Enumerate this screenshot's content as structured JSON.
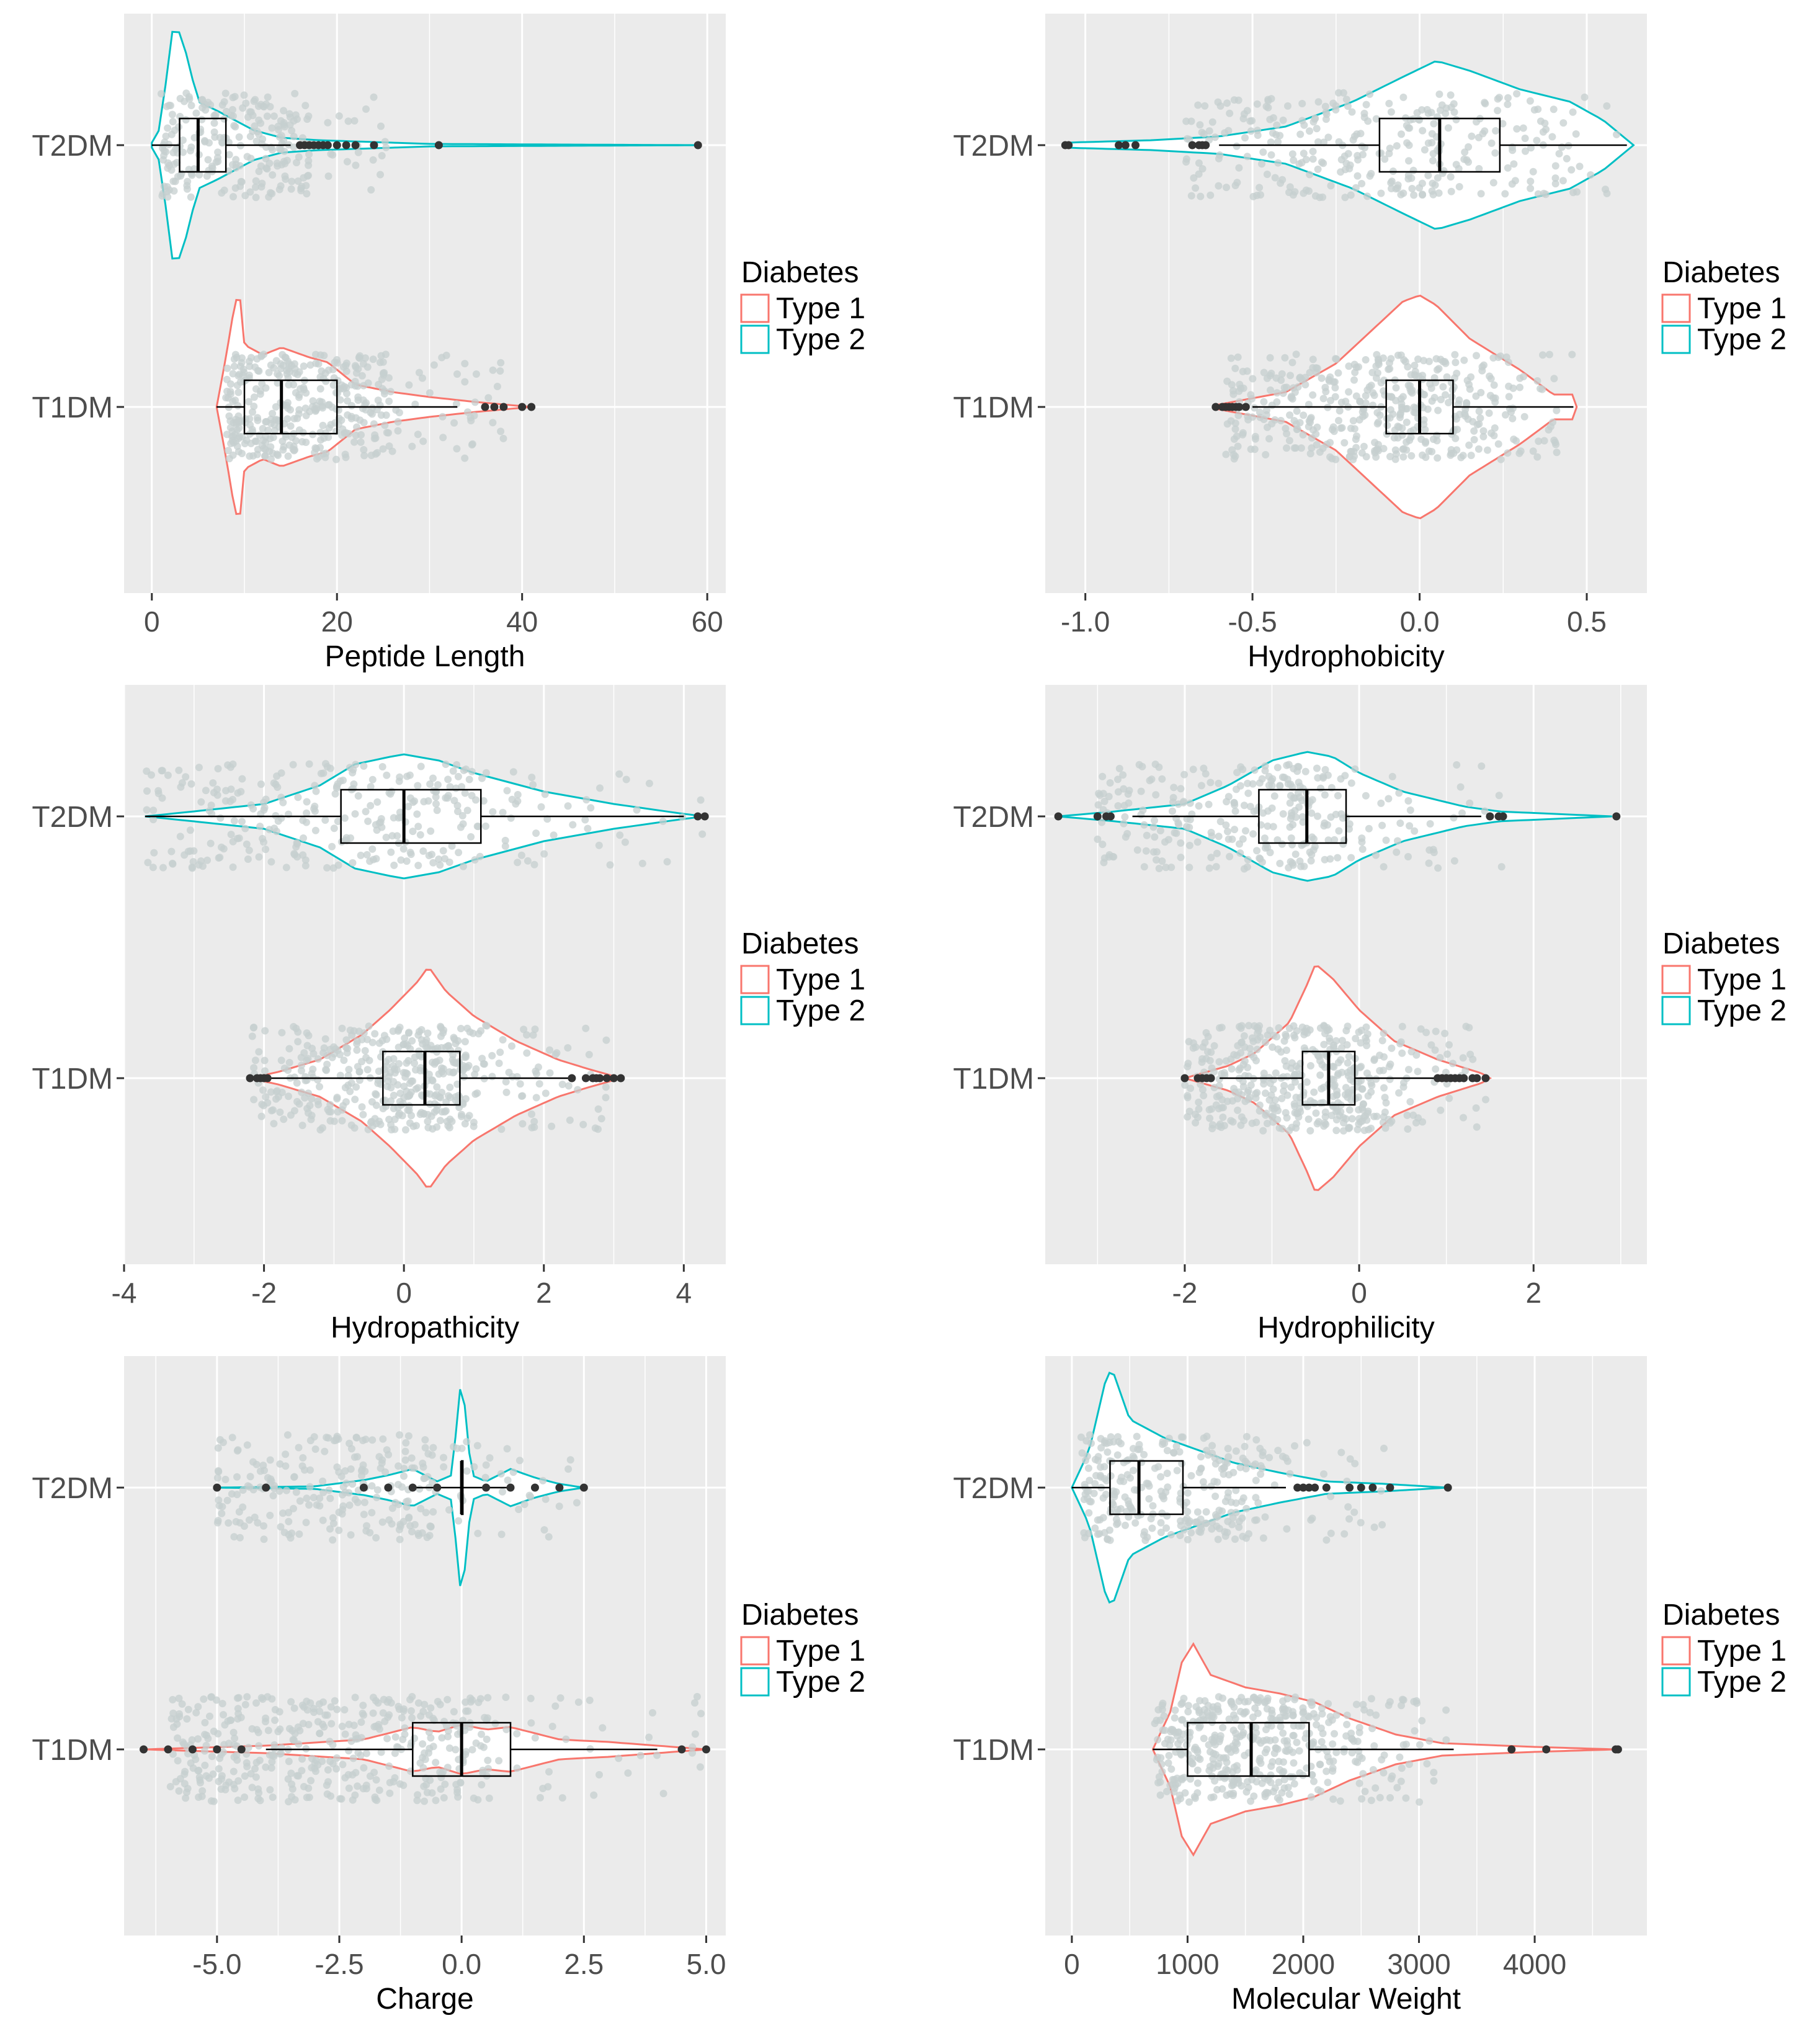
{
  "legend": {
    "title": "Diabetes",
    "items": [
      {
        "label": "Type 1",
        "color": "#F8766D"
      },
      {
        "label": "Type 2",
        "color": "#00BFC4"
      }
    ]
  },
  "colors": {
    "panel_bg": "#EBEBEB",
    "grid": "#FFFFFF",
    "jitter": "#C5CFCF",
    "outlier": "#333333",
    "text": "#4D4D4D",
    "title_text": "#000000"
  },
  "chart_data": [
    {
      "type": "violin",
      "xlabel": "Peptide Length",
      "xlim": [
        -3,
        62
      ],
      "xticks": [
        0,
        20,
        40,
        60
      ],
      "xtick_labels": [
        "0",
        "20",
        "40",
        "60"
      ],
      "categories": [
        "T2DM",
        "T1DM"
      ],
      "series": [
        {
          "name": "Type 2",
          "category": "T2DM",
          "violin": [
            [
              0,
              0.02
            ],
            [
              1,
              0.15
            ],
            [
              2,
              0.85
            ],
            [
              2.5,
              1.0
            ],
            [
              3.5,
              0.8
            ],
            [
              5,
              0.35
            ],
            [
              7,
              0.28
            ],
            [
              9,
              0.2
            ],
            [
              11,
              0.12
            ],
            [
              14,
              0.06
            ],
            [
              18,
              0.04
            ],
            [
              22,
              0.03
            ],
            [
              30,
              0.01
            ],
            [
              59,
              0.0
            ]
          ],
          "box": {
            "min": 0,
            "q1": 3,
            "median": 5,
            "q3": 8,
            "max": 15
          },
          "outliers": [
            16,
            16.5,
            17,
            17.5,
            18,
            18.5,
            19,
            20,
            21,
            22,
            24,
            31,
            59
          ],
          "jitter_range": [
            1,
            28
          ],
          "jitter_count": 260
        },
        {
          "name": "Type 1",
          "category": "T1DM",
          "violin": [
            [
              7,
              0.0
            ],
            [
              8,
              0.4
            ],
            [
              9,
              0.85
            ],
            [
              9.5,
              0.9
            ],
            [
              10,
              0.5
            ],
            [
              12,
              0.42
            ],
            [
              14,
              0.48
            ],
            [
              17,
              0.4
            ],
            [
              19,
              0.36
            ],
            [
              20,
              0.3
            ],
            [
              22,
              0.18
            ],
            [
              26,
              0.12
            ],
            [
              30,
              0.08
            ],
            [
              35,
              0.04
            ],
            [
              41,
              0.0
            ]
          ],
          "box": {
            "min": 7,
            "q1": 10,
            "median": 14,
            "q3": 20,
            "max": 33
          },
          "outliers": [
            36,
            37,
            38,
            40,
            41
          ],
          "jitter_range": [
            8,
            38
          ],
          "jitter_count": 400
        }
      ]
    },
    {
      "type": "violin",
      "xlabel": "Hydrophobicity",
      "xlim": [
        -1.12,
        0.68
      ],
      "xticks": [
        -1.0,
        -0.5,
        0.0,
        0.5
      ],
      "xtick_labels": [
        "-1.0",
        "-0.5",
        "0.0",
        "0.5"
      ],
      "categories": [
        "T2DM",
        "T1DM"
      ],
      "series": [
        {
          "name": "Type 2",
          "category": "T2DM",
          "violin": [
            [
              -1.06,
              0.02
            ],
            [
              -0.8,
              0.04
            ],
            [
              -0.6,
              0.07
            ],
            [
              -0.4,
              0.15
            ],
            [
              -0.2,
              0.35
            ],
            [
              -0.05,
              0.55
            ],
            [
              0.05,
              0.68
            ],
            [
              0.15,
              0.6
            ],
            [
              0.3,
              0.45
            ],
            [
              0.45,
              0.35
            ],
            [
              0.55,
              0.2
            ],
            [
              0.64,
              0.0
            ]
          ],
          "box": {
            "min": -0.6,
            "q1": -0.12,
            "median": 0.06,
            "q3": 0.24,
            "max": 0.62
          },
          "outliers": [
            -1.06,
            -1.05,
            -0.9,
            -0.88,
            -0.85,
            -0.68,
            -0.66,
            -0.65,
            -0.64
          ],
          "jitter_range": [
            -0.7,
            0.6
          ],
          "jitter_count": 320
        },
        {
          "name": "Type 1",
          "category": "T1DM",
          "violin": [
            [
              -0.6,
              0.02
            ],
            [
              -0.4,
              0.12
            ],
            [
              -0.25,
              0.35
            ],
            [
              -0.15,
              0.6
            ],
            [
              -0.05,
              0.85
            ],
            [
              0.0,
              0.9
            ],
            [
              0.05,
              0.82
            ],
            [
              0.15,
              0.55
            ],
            [
              0.3,
              0.3
            ],
            [
              0.4,
              0.1
            ],
            [
              0.46,
              0.1
            ],
            [
              0.47,
              0.0
            ]
          ],
          "box": {
            "min": -0.5,
            "q1": -0.1,
            "median": 0.0,
            "q3": 0.1,
            "max": 0.46
          },
          "outliers": [
            -0.61,
            -0.59,
            -0.58,
            -0.57,
            -0.56,
            -0.55,
            -0.54,
            -0.52
          ],
          "jitter_range": [
            -0.58,
            0.46
          ],
          "jitter_count": 450
        }
      ]
    },
    {
      "type": "violin",
      "xlabel": "Hydropathicity",
      "xlim": [
        -4.0,
        4.6
      ],
      "xticks": [
        -4,
        -2,
        0,
        2,
        4
      ],
      "xtick_labels": [
        "-4",
        "-2",
        "0",
        "2",
        "4"
      ],
      "categories": [
        "T2DM",
        "T1DM"
      ],
      "series": [
        {
          "name": "Type 2",
          "category": "T2DM",
          "violin": [
            [
              -3.7,
              0.0
            ],
            [
              -3,
              0.04
            ],
            [
              -2,
              0.1
            ],
            [
              -1.2,
              0.25
            ],
            [
              -0.7,
              0.42
            ],
            [
              -0.2,
              0.48
            ],
            [
              0,
              0.5
            ],
            [
              0.5,
              0.45
            ],
            [
              1,
              0.35
            ],
            [
              2,
              0.2
            ],
            [
              3,
              0.1
            ],
            [
              4,
              0.02
            ],
            [
              4.3,
              0.0
            ]
          ],
          "box": {
            "min": -3.7,
            "q1": -0.9,
            "median": 0.0,
            "q3": 1.1,
            "max": 4.0
          },
          "outliers": [
            4.2,
            4.3
          ],
          "jitter_range": [
            -3.7,
            4.3
          ],
          "jitter_count": 320
        },
        {
          "name": "Type 1",
          "category": "T1DM",
          "violin": [
            [
              -2.2,
              0.0
            ],
            [
              -1.8,
              0.05
            ],
            [
              -1.2,
              0.15
            ],
            [
              -0.6,
              0.35
            ],
            [
              -0.2,
              0.55
            ],
            [
              0.2,
              0.78
            ],
            [
              0.35,
              0.9
            ],
            [
              0.6,
              0.7
            ],
            [
              1.0,
              0.5
            ],
            [
              1.6,
              0.3
            ],
            [
              2.2,
              0.15
            ],
            [
              2.6,
              0.08
            ],
            [
              3.1,
              0.0
            ]
          ],
          "box": {
            "min": -2.0,
            "q1": -0.3,
            "median": 0.3,
            "q3": 0.8,
            "max": 2.4
          },
          "outliers": [
            -2.2,
            -2.1,
            -2.05,
            -2.0,
            -1.95,
            2.4,
            2.6,
            2.7,
            2.75,
            2.8,
            2.9,
            3.0,
            3.1
          ],
          "jitter_range": [
            -2.2,
            3.0
          ],
          "jitter_count": 450
        }
      ]
    },
    {
      "type": "violin",
      "xlabel": "Hydrophilicity",
      "xlim": [
        -3.6,
        3.3
      ],
      "xticks": [
        -2,
        0,
        2
      ],
      "xtick_labels": [
        "-2",
        "0",
        "2"
      ],
      "categories": [
        "T2DM",
        "T1DM"
      ],
      "series": [
        {
          "name": "Type 2",
          "category": "T2DM",
          "violin": [
            [
              -3.45,
              0.0
            ],
            [
              -2.8,
              0.04
            ],
            [
              -2,
              0.1
            ],
            [
              -1.5,
              0.25
            ],
            [
              -1,
              0.45
            ],
            [
              -0.6,
              0.52
            ],
            [
              -0.3,
              0.48
            ],
            [
              0,
              0.35
            ],
            [
              0.5,
              0.2
            ],
            [
              1.2,
              0.08
            ],
            [
              1.6,
              0.04
            ],
            [
              2.9,
              0.0
            ]
          ],
          "box": {
            "min": -2.6,
            "q1": -1.15,
            "median": -0.6,
            "q3": -0.15,
            "max": 1.4
          },
          "outliers": [
            -3.45,
            -3.0,
            -2.9,
            -2.85,
            1.5,
            1.6,
            1.65,
            2.95
          ],
          "jitter_range": [
            -3.0,
            1.7
          ],
          "jitter_count": 300
        },
        {
          "name": "Type 1",
          "category": "T1DM",
          "violin": [
            [
              -2.0,
              0.0
            ],
            [
              -1.5,
              0.1
            ],
            [
              -1.2,
              0.2
            ],
            [
              -0.8,
              0.45
            ],
            [
              -0.6,
              0.75
            ],
            [
              -0.5,
              0.92
            ],
            [
              -0.3,
              0.8
            ],
            [
              0,
              0.55
            ],
            [
              0.4,
              0.3
            ],
            [
              0.9,
              0.15
            ],
            [
              1.4,
              0.04
            ],
            [
              1.5,
              0.0
            ]
          ],
          "box": {
            "min": -1.6,
            "q1": -0.65,
            "median": -0.35,
            "q3": -0.05,
            "max": 0.9
          },
          "outliers": [
            -2.0,
            -1.85,
            -1.8,
            -1.75,
            -1.7,
            0.9,
            0.95,
            1.0,
            1.05,
            1.1,
            1.15,
            1.2,
            1.3,
            1.35,
            1.45
          ],
          "jitter_range": [
            -2.0,
            1.5
          ],
          "jitter_count": 450
        }
      ]
    },
    {
      "type": "violin",
      "xlabel": "Charge",
      "xlim": [
        -6.9,
        5.4
      ],
      "xticks": [
        -5.0,
        -2.5,
        0.0,
        2.5,
        5.0
      ],
      "xtick_labels": [
        "-5.0",
        "-2.5",
        "0.0",
        "2.5",
        "5.0"
      ],
      "categories": [
        "T2DM",
        "T1DM"
      ],
      "series": [
        {
          "name": "Type 2",
          "category": "T2DM",
          "violin": [
            [
              -5,
              0.0
            ],
            [
              -3,
              0.01
            ],
            [
              -2,
              0.06
            ],
            [
              -1.5,
              0.1
            ],
            [
              -1,
              0.15
            ],
            [
              -0.5,
              0.05
            ],
            [
              -0.2,
              0.1
            ],
            [
              0,
              0.92
            ],
            [
              0.2,
              0.1
            ],
            [
              0.5,
              0.05
            ],
            [
              1,
              0.15
            ],
            [
              1.5,
              0.08
            ],
            [
              2.0,
              0.03
            ],
            [
              2.5,
              0.0
            ]
          ],
          "box": {
            "min": -1.0,
            "q1": 0.0,
            "median": 0.0,
            "q3": 0.0,
            "max": 1.0
          },
          "outliers": [
            -5,
            -4,
            -2,
            -1.5,
            -1,
            -0.5,
            0.5,
            1,
            1.5,
            2,
            2.5
          ],
          "jitter_range": [
            -5,
            2.5
          ],
          "jitter_count": 260
        },
        {
          "name": "Type 1",
          "category": "T1DM",
          "violin": [
            [
              -6.5,
              0.0
            ],
            [
              -4,
              0.03
            ],
            [
              -2,
              0.08
            ],
            [
              -1,
              0.18
            ],
            [
              -0.5,
              0.14
            ],
            [
              0,
              0.2
            ],
            [
              0.5,
              0.16
            ],
            [
              1,
              0.18
            ],
            [
              2,
              0.08
            ],
            [
              3,
              0.06
            ],
            [
              4,
              0.03
            ],
            [
              5,
              0.0
            ]
          ],
          "box": {
            "min": -4.0,
            "q1": -1.0,
            "median": 0.0,
            "q3": 1.0,
            "max": 4.0
          },
          "outliers": [
            -6.5,
            -6,
            -5.5,
            -5,
            -4.5,
            4.5,
            5
          ],
          "jitter_range": [
            -6,
            5
          ],
          "jitter_count": 450
        }
      ]
    },
    {
      "type": "violin",
      "xlabel": "Molecular Weight",
      "xlim": [
        -230,
        4970
      ],
      "xticks": [
        0,
        1000,
        2000,
        3000,
        4000
      ],
      "xtick_labels": [
        "0",
        "1000",
        "2000",
        "3000",
        "4000"
      ],
      "categories": [
        "T2DM",
        "T1DM"
      ],
      "series": [
        {
          "name": "Type 2",
          "category": "T2DM",
          "violin": [
            [
              0,
              0.0
            ],
            [
              150,
              0.3
            ],
            [
              300,
              0.9
            ],
            [
              350,
              0.95
            ],
            [
              500,
              0.55
            ],
            [
              800,
              0.4
            ],
            [
              1100,
              0.3
            ],
            [
              1400,
              0.2
            ],
            [
              1800,
              0.12
            ],
            [
              2200,
              0.05
            ],
            [
              2700,
              0.03
            ],
            [
              3250,
              0.0
            ]
          ],
          "box": {
            "min": 0,
            "q1": 330,
            "median": 580,
            "q3": 960,
            "max": 1850
          },
          "outliers": [
            1950,
            2000,
            2050,
            2100,
            2200,
            2400,
            2500,
            2600,
            2750,
            3250
          ],
          "jitter_range": [
            80,
            2700
          ],
          "jitter_count": 300
        },
        {
          "name": "Type 1",
          "category": "T1DM",
          "violin": [
            [
              700,
              0.0
            ],
            [
              850,
              0.3
            ],
            [
              950,
              0.7
            ],
            [
              1050,
              0.85
            ],
            [
              1200,
              0.6
            ],
            [
              1500,
              0.5
            ],
            [
              1800,
              0.45
            ],
            [
              2100,
              0.38
            ],
            [
              2400,
              0.25
            ],
            [
              2800,
              0.12
            ],
            [
              3200,
              0.05
            ],
            [
              4000,
              0.02
            ],
            [
              4700,
              0.0
            ]
          ],
          "box": {
            "min": 700,
            "q1": 1000,
            "median": 1550,
            "q3": 2050,
            "max": 3300
          },
          "outliers": [
            3800,
            4100,
            4700,
            4720
          ],
          "jitter_range": [
            700,
            3300
          ],
          "jitter_count": 450
        }
      ]
    }
  ]
}
